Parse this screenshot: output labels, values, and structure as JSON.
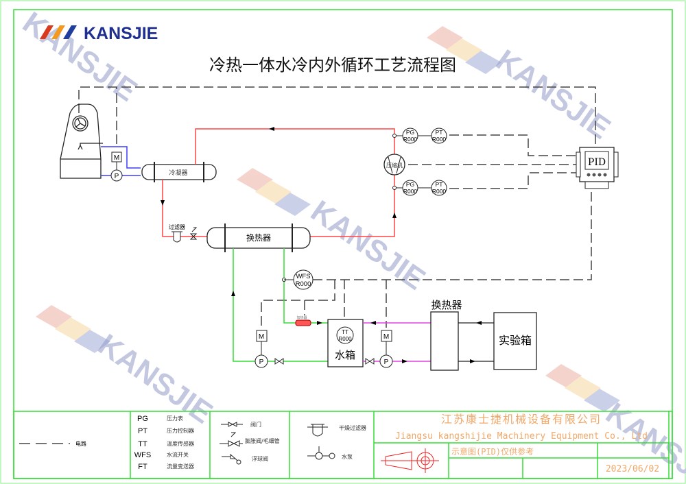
{
  "logo": {
    "text": "KANSJIE",
    "stripe_colors": [
      "#d9391c",
      "#f39a1e",
      "#1f3d9c"
    ],
    "text_color": "#1f2f8f"
  },
  "title": "冷热一体水冷内外循环工艺流程图",
  "watermark": {
    "text": "KANSJIE",
    "registered": "®",
    "color": "#c3c8e0"
  },
  "equipment": {
    "cooling_tower": {
      "name": "cooling-tower"
    },
    "condenser": {
      "label": "冷凝器"
    },
    "compressor": {
      "label": "压缩机"
    },
    "filter": {
      "label": "过滤器"
    },
    "heat_exchanger_main": {
      "label": "换热器"
    },
    "heater": {
      "label": "加热器"
    },
    "water_tank": {
      "label": "水箱"
    },
    "heat_exchanger_2": {
      "label": "换热器"
    },
    "test_chamber": {
      "label": "实验箱"
    },
    "pid_controller": {
      "label": "PID"
    },
    "motor_label": "M",
    "pump_label": "P"
  },
  "instruments": {
    "pg_top": {
      "tag": "PG",
      "num": "R000"
    },
    "pt_top": {
      "tag": "PT",
      "num": "R000"
    },
    "pg_bottom": {
      "tag": "PG",
      "num": "R000"
    },
    "pt_bottom": {
      "tag": "PT",
      "num": "R000"
    },
    "wfs": {
      "tag": "WFS",
      "num": "R000"
    },
    "tt": {
      "tag": "TT",
      "num": "R000"
    }
  },
  "colors": {
    "refrigerant": "#ff4444",
    "cooling_water": "#3b3bff",
    "process_water": "#33dd33",
    "secondary": "#e040e0",
    "signal": "#444444",
    "frame": "#33dd33",
    "titleblock_text": "#f0a868"
  },
  "legend": {
    "electric": {
      "label": "电路"
    },
    "abbreviations": [
      {
        "code": "PG",
        "desc": "压力表"
      },
      {
        "code": "PT",
        "desc": "压力控制器"
      },
      {
        "code": "TT",
        "desc": "温度传感器"
      },
      {
        "code": "WFS",
        "desc": "水流开关"
      },
      {
        "code": "FT",
        "desc": "流量变送器"
      }
    ],
    "valves": [
      {
        "desc": "阀门"
      },
      {
        "desc": "膨胀阀/毛细管"
      },
      {
        "desc": "浮球阀"
      }
    ],
    "others": [
      {
        "desc": "干燥过滤器"
      },
      {
        "desc": "水泵"
      }
    ]
  },
  "title_block": {
    "company_cn": "江苏康士捷机械设备有限公司",
    "company_en": "Jiangsu kangshijie Machinery Equipment Co., Ltd",
    "note": "示意图(PID)仅供参考",
    "date": "2023/06/02"
  }
}
